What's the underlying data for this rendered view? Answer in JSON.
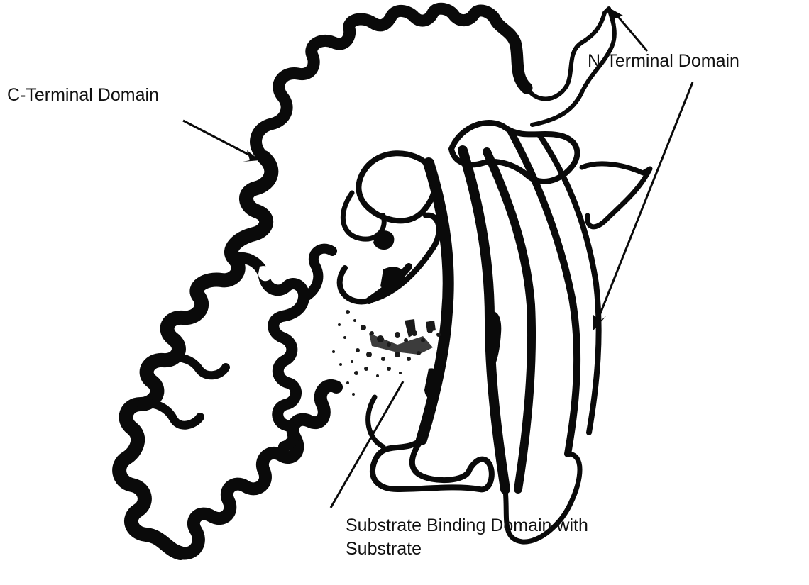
{
  "labels": {
    "c_terminal": "C-Terminal Domain",
    "n_terminal": "N-Terminal Domain",
    "substrate_line1": "Substrate Binding Domain with",
    "substrate_line2": "Substrate"
  },
  "colors": {
    "ribbon": "#0a0a0a",
    "background": "#ffffff"
  }
}
